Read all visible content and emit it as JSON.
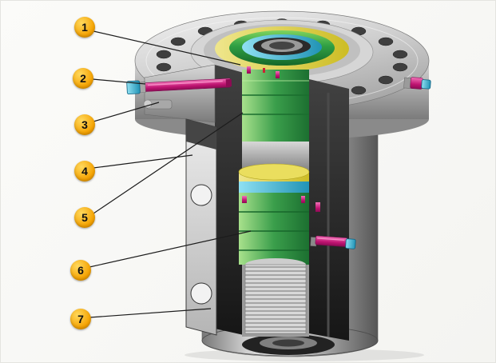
{
  "figure": {
    "callouts": [
      {
        "number": "1"
      },
      {
        "number": "2"
      },
      {
        "number": "3"
      },
      {
        "number": "4"
      },
      {
        "number": "5"
      },
      {
        "number": "6"
      },
      {
        "number": "7"
      }
    ],
    "palette": {
      "callout_fill": "#f5a302",
      "callout_highlight": "#ffd95e",
      "leader_line": "#1c1c1c",
      "hanger_green": "#2f9e43",
      "seal_yellow": "#d6c72e",
      "bushing_cyan": "#2aa3c6",
      "lock_screw_magenta": "#c01472",
      "steel_light": "#d8d8d8",
      "steel_dark": "#181818"
    }
  }
}
